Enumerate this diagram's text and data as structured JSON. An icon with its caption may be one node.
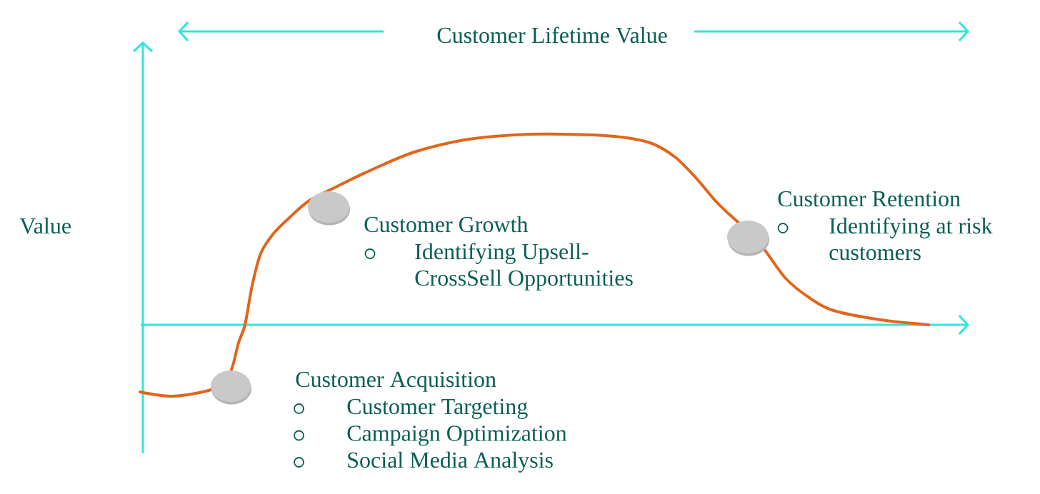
{
  "diagram": {
    "title": "Customer Lifetime Value",
    "nodes": [
      {
        "text": [],
        "shape": "circle",
        "beside": [
          "Customer Acquisition",
          "Customer Targeting",
          "Campaign Optimization",
          "Social Media Analysis"
        ]
      },
      {
        "text": [],
        "shape": "circle",
        "beside": [
          "Customer Growth",
          "Identifying Upsell- CrossSell Opportunities"
        ]
      },
      {
        "text": [],
        "shape": "circle",
        "beside": [
          "Customer Retention",
          "Identifying at risk customers"
        ]
      }
    ],
    "labels": [
      "Value"
    ]
  }
}
